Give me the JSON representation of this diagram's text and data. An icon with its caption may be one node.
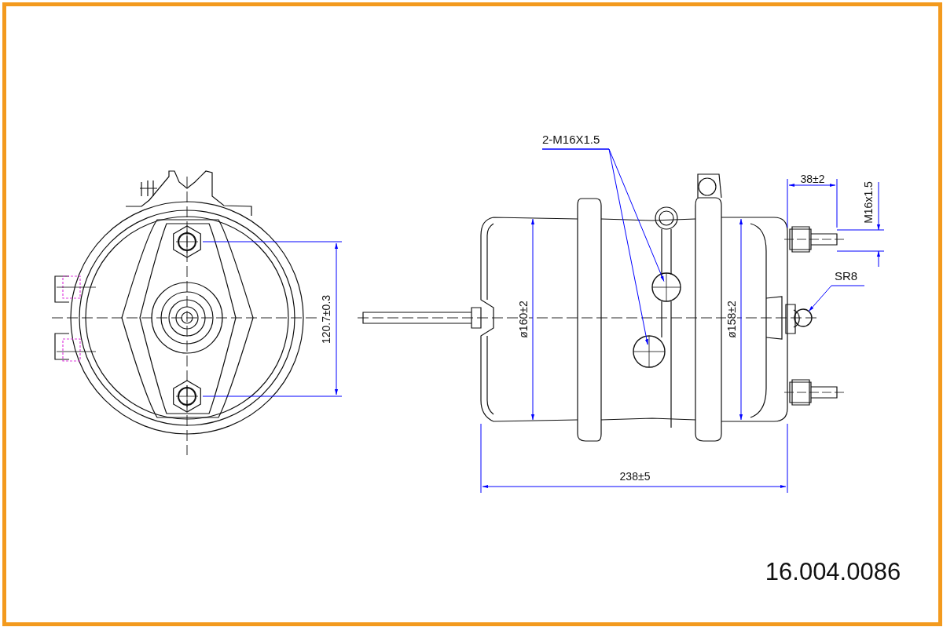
{
  "diagram": {
    "nodes": [
      {
        "text": [
          "2-M16X1.5"
        ]
      },
      {
        "text": [],
        "shape": "circle"
      },
      {
        "text": [],
        "shape": "circle"
      },
      {
        "text": [
          "SR8"
        ]
      },
      {
        "text": [],
        "shape": "circle"
      }
    ],
    "edges": [
      {
        "from": 0,
        "to": 1,
        "arrow": "to",
        "color": "#0000ff"
      },
      {
        "from": 0,
        "to": 2,
        "arrow": "to",
        "color": "#0000ff"
      },
      {
        "from": 3,
        "to": 4,
        "arrow": "to",
        "color": "#0000ff"
      }
    ],
    "labels": [
      "120.7±0.3",
      "ø160±2",
      "ø158±2",
      "38±2",
      "M16x1.5",
      "238±5",
      "16.004.0086"
    ]
  }
}
